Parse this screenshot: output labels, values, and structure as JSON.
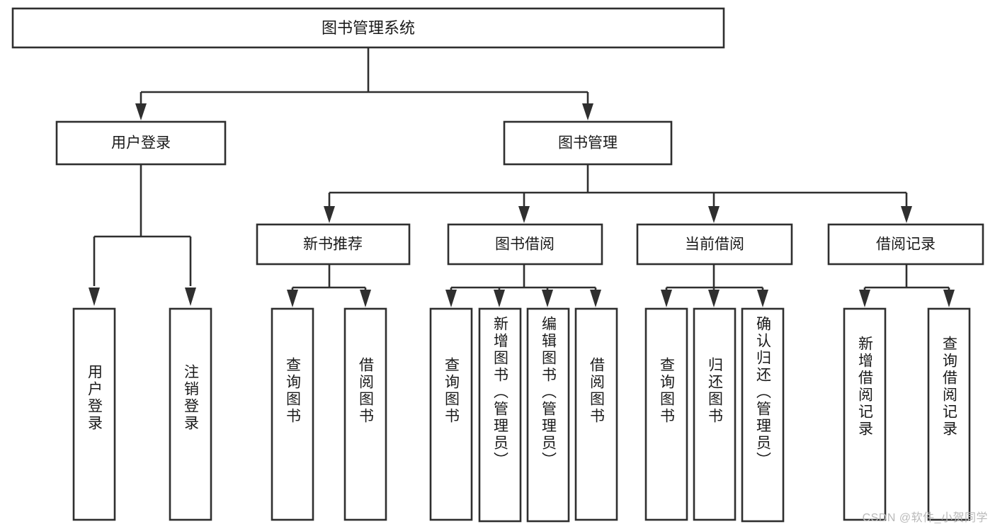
{
  "diagram": {
    "title": "图书管理系统",
    "type": "tree",
    "colors": {
      "stroke": "#2f2f2f",
      "fill": "#ffffff",
      "text": "#1a1a1a",
      "watermark": "#b9b9b9",
      "background": "#ffffff"
    },
    "root": {
      "label": "图书管理系统"
    },
    "level2": [
      {
        "label": "用户登录"
      },
      {
        "label": "图书管理"
      }
    ],
    "level3": [
      {
        "label": "新书推荐"
      },
      {
        "label": "图书借阅"
      },
      {
        "label": "当前借阅"
      },
      {
        "label": "借阅记录"
      }
    ],
    "leaves": [
      {
        "label": "用户登录",
        "parent": "用户登录"
      },
      {
        "label": "注销登录",
        "parent": "用户登录"
      },
      {
        "label": "查询图书",
        "parent": "新书推荐"
      },
      {
        "label": "借阅图书",
        "parent": "新书推荐"
      },
      {
        "label": "查询图书",
        "parent": "图书借阅"
      },
      {
        "label": "新增图书（管理员）",
        "parent": "图书借阅"
      },
      {
        "label": "编辑图书（管理员）",
        "parent": "图书借阅"
      },
      {
        "label": "借阅图书",
        "parent": "图书借阅"
      },
      {
        "label": "查询图书",
        "parent": "当前借阅"
      },
      {
        "label": "归还图书",
        "parent": "当前借阅"
      },
      {
        "label": "确认归还（管理员）",
        "parent": "当前借阅"
      },
      {
        "label": "新增借阅记录",
        "parent": "借阅记录"
      },
      {
        "label": "查询借阅记录",
        "parent": "借阅记录"
      }
    ],
    "watermark": "CSDN @软件_小贺同学"
  }
}
